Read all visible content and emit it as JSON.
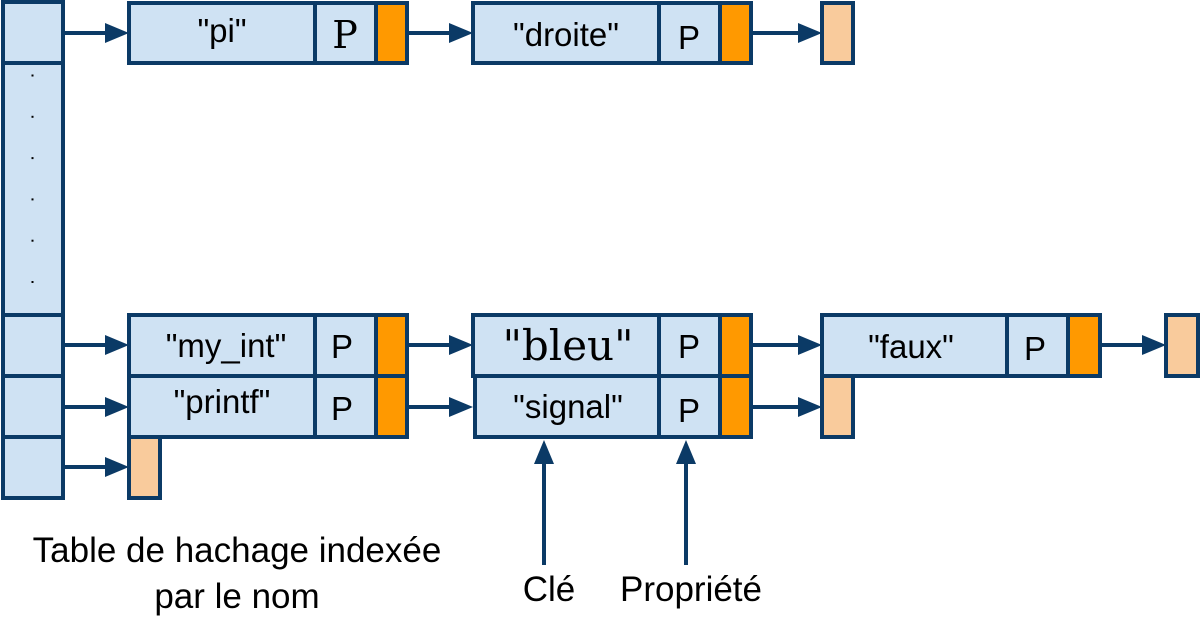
{
  "diagram": {
    "type": "hash-table-with-chained-lists",
    "colors": {
      "cell_fill": "#cfe2f3",
      "border": "#0b3a66",
      "next_pointer": "#ff9900",
      "null_pointer": "#f9cb9c"
    },
    "hash_table": {
      "label_line1": "Table de hachage indexée",
      "label_line2": "par le nom",
      "ellipsis_dots": 6
    },
    "chains": [
      {
        "bucket": "first",
        "nodes": [
          {
            "key": "\"pi\"",
            "property": "P",
            "serif": true
          },
          {
            "key": "\"droite\"",
            "property": "P",
            "serif": false
          }
        ]
      },
      {
        "bucket": "my_int",
        "nodes": [
          {
            "key": "\"my_int\"",
            "property": "P",
            "serif": false
          },
          {
            "key": "\"bleu\"",
            "property": "P",
            "serif": true
          },
          {
            "key": "\"faux\"",
            "property": "P",
            "serif": false
          }
        ]
      },
      {
        "bucket": "printf",
        "nodes": [
          {
            "key": "\"printf\"",
            "property": "P",
            "serif": false
          },
          {
            "key": "\"signal\"",
            "property": "P",
            "serif": false
          }
        ]
      },
      {
        "bucket": "empty",
        "nodes": []
      }
    ],
    "annotations": {
      "key_label": "Clé",
      "property_label": "Propriété"
    }
  }
}
